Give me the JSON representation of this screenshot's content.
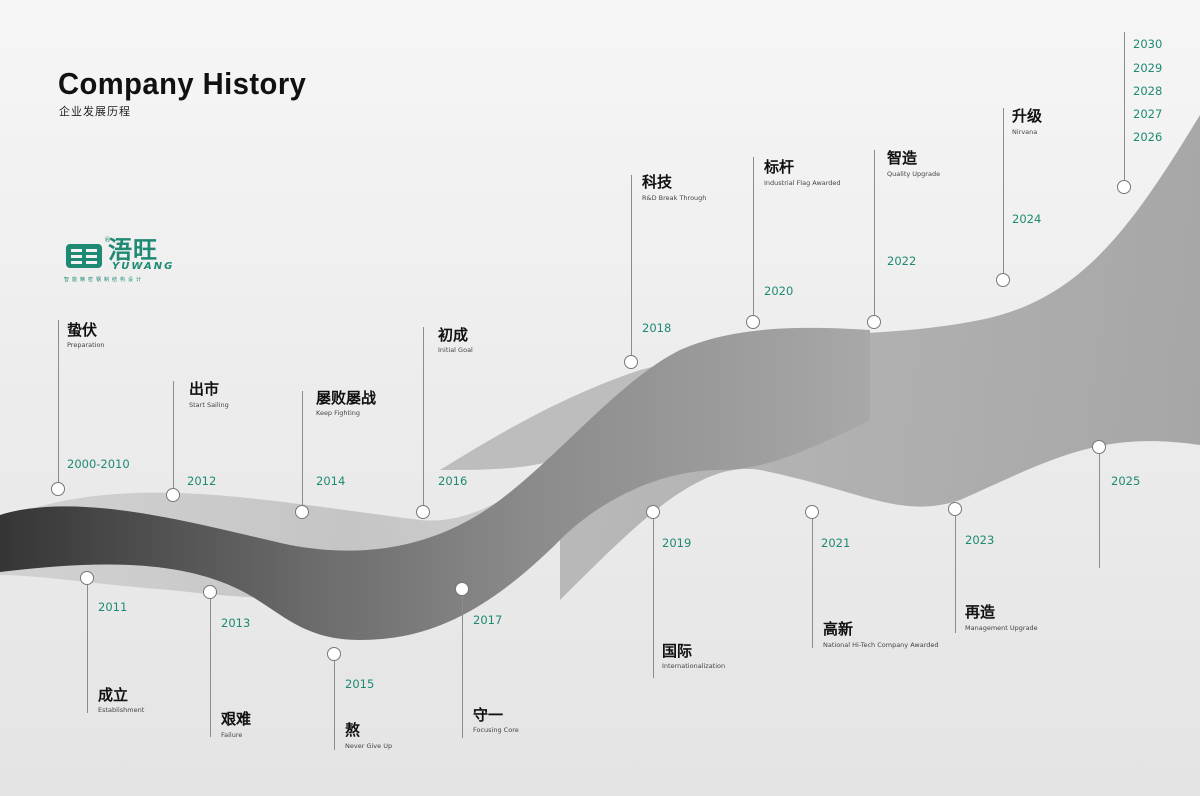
{
  "header": {
    "title": "Company History",
    "subtitle": "企业发展历程"
  },
  "logo": {
    "name_cn": "浯旺",
    "name_en": "YUWANG",
    "registered": "®",
    "tagline": "智能精密钢制结构设计"
  },
  "colors": {
    "accent": "#1f8a73",
    "band_dark": "#3a3a3a",
    "band_light": "#b9b9b9"
  },
  "milestones": [
    {
      "year": "2000-2010",
      "title": "蛰伏",
      "subtitle": "Preparation"
    },
    {
      "year": "2011",
      "title": "成立",
      "subtitle": "Establishment"
    },
    {
      "year": "2012",
      "title": "出市",
      "subtitle": "Start Sailing"
    },
    {
      "year": "2013",
      "title": "艰难",
      "subtitle": "Failure"
    },
    {
      "year": "2014",
      "title": "屡败屡战",
      "subtitle": "Keep Fighting"
    },
    {
      "year": "2015",
      "title": "熬",
      "subtitle": "Never Give Up"
    },
    {
      "year": "2016",
      "title": "初成",
      "subtitle": "Initial Goal"
    },
    {
      "year": "2017",
      "title": "守一",
      "subtitle": "Focusing Core"
    },
    {
      "year": "2018",
      "title": "科技",
      "subtitle": "R&D Break Through"
    },
    {
      "year": "2019",
      "title": "国际",
      "subtitle": "Internationalization"
    },
    {
      "year": "2020",
      "title": "标杆",
      "subtitle": "Industrial Flag Awarded"
    },
    {
      "year": "2021",
      "title": "高新",
      "subtitle": "National Hi-Tech Company Awarded"
    },
    {
      "year": "2022",
      "title": "智造",
      "subtitle": "Quality Upgrade"
    },
    {
      "year": "2023",
      "title": "再造",
      "subtitle": "Management Upgrade"
    },
    {
      "year": "2024",
      "title": "升级",
      "subtitle": "Nirvana"
    },
    {
      "year": "2025",
      "title": "",
      "subtitle": ""
    }
  ],
  "future_years": [
    "2030",
    "2029",
    "2028",
    "2027",
    "2026"
  ]
}
